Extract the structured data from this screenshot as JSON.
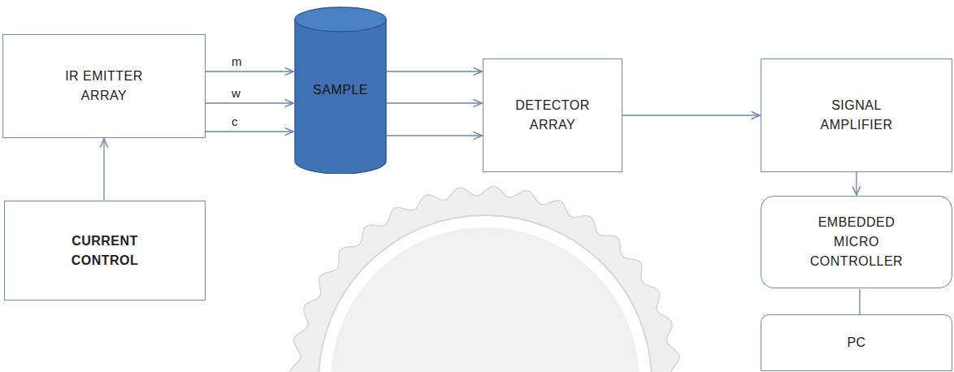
{
  "diagram": {
    "nodes": [
      {
        "text": [
          "IR EMITTER ARRAY"
        ]
      },
      {
        "text": [
          "CURRENT CONTROL"
        ]
      },
      {
        "text": [
          "SAMPLE"
        ]
      },
      {
        "text": [
          "DETECTOR ARRAY"
        ]
      },
      {
        "text": [
          "SIGNAL AMPLIFIER"
        ]
      },
      {
        "text": [
          "EMBEDDED MICRO CONTROLLER"
        ]
      },
      {
        "text": [
          "PC"
        ]
      }
    ],
    "edges": [
      {
        "from": 1,
        "to": 0,
        "arrow": "to"
      },
      {
        "from": 0,
        "to": 2,
        "label": "m",
        "arrow": "to"
      },
      {
        "from": 0,
        "to": 2,
        "label": "w",
        "arrow": "to"
      },
      {
        "from": 0,
        "to": 2,
        "label": "c",
        "arrow": "to"
      },
      {
        "from": 2,
        "to": 3,
        "arrow": "to"
      },
      {
        "from": 2,
        "to": 3,
        "arrow": "to"
      },
      {
        "from": 2,
        "to": 3,
        "arrow": "to"
      },
      {
        "from": 3,
        "to": 4,
        "arrow": "to"
      },
      {
        "from": 4,
        "to": 5,
        "arrow": "to"
      },
      {
        "from": 6,
        "to": 5,
        "arrow": "none"
      }
    ]
  }
}
